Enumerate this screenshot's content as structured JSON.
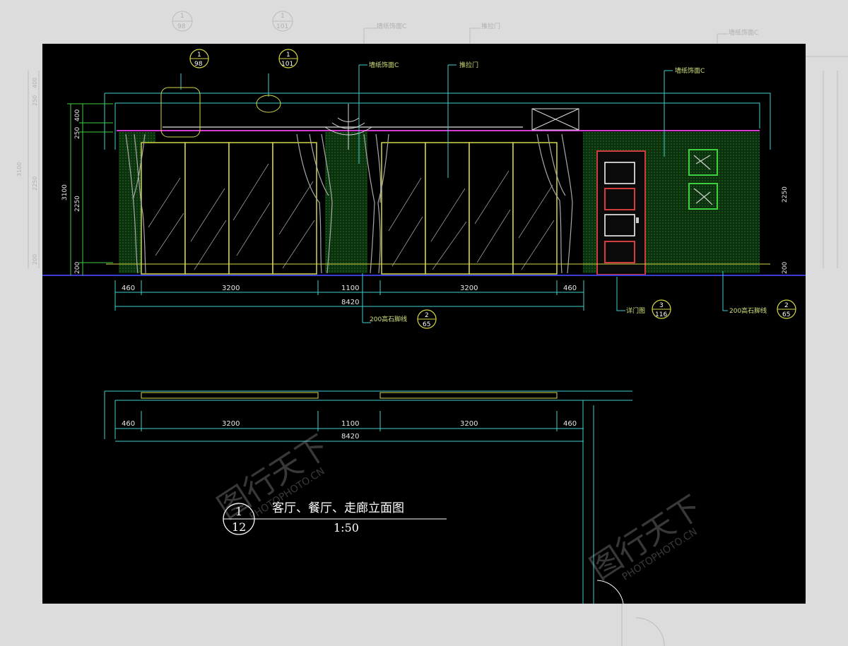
{
  "drawing": {
    "title": "客厅、餐厅、走廊立面图",
    "scale": "1:50",
    "title_ref_top": "1",
    "title_ref_bottom": "12"
  },
  "callouts": {
    "wallpaper_left": "墙纸饰面C",
    "wallpaper_right": "墙纸饰面C",
    "sliding_door": "推拉门",
    "skirting_center": "200高石脚线",
    "door_detail": "详门图",
    "skirting_right": "200高石脚线"
  },
  "detail_refs": {
    "ref_a": {
      "top": "1",
      "bottom": "98"
    },
    "ref_b": {
      "top": "1",
      "bottom": "101"
    },
    "ref_skirting_center": {
      "top": "2",
      "bottom": "65"
    },
    "ref_door": {
      "top": "3",
      "bottom": "116"
    },
    "ref_skirting_right": {
      "top": "2",
      "bottom": "65"
    }
  },
  "dimensions": {
    "horizontal": [
      "460",
      "3200",
      "1100",
      "3200",
      "460"
    ],
    "total": "8420",
    "plan_horizontal": [
      "460",
      "3200",
      "1100",
      "3200",
      "460"
    ],
    "plan_total": "8420",
    "vertical_segments": [
      "400",
      "250",
      "2250",
      "200"
    ],
    "vertical_total": "3100",
    "vertical_small": [
      "200",
      "250",
      "2250"
    ]
  },
  "background": {
    "ghost_refs": [
      "1",
      "98",
      "1",
      "101"
    ],
    "ghost_labels": [
      "墙纸饰面C",
      "推拉门",
      "墙纸饰面C"
    ],
    "ghost_dims": [
      "400",
      "250",
      "2250",
      "3100",
      "200"
    ]
  },
  "watermark": {
    "brand": "图行天下",
    "site": "PHOTOPHOTO.CN"
  },
  "colors": {
    "background": "#000000",
    "wall_green": "#0e3a10",
    "cyan_line": "#3fd0d0",
    "magenta_line": "#d23cd2",
    "yellow_line": "#d6d64a",
    "door_red": "#d23c3c",
    "dimension_text": "#e8e8e8",
    "callout_text": "#cfe07a"
  }
}
